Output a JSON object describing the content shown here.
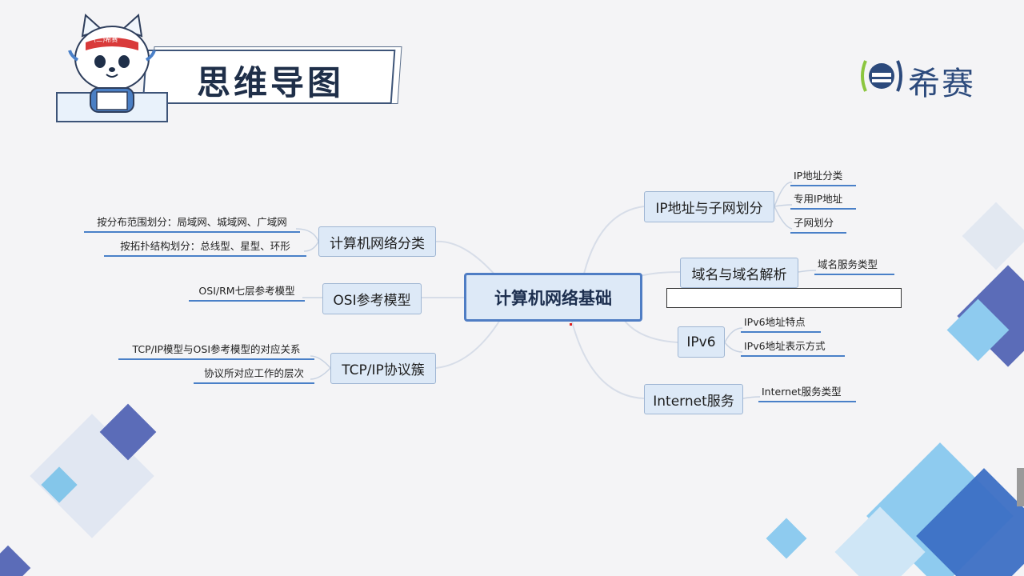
{
  "header": {
    "title": "思维导图",
    "mascot_label": "(二)希赛"
  },
  "logo": {
    "name": "希赛"
  },
  "mindmap": {
    "center": "计算机网络基础",
    "left": [
      {
        "label": "计算机网络分类",
        "leaves": [
          "按分布范围划分：局域网、城域网、广域网",
          "按拓扑结构划分：总线型、星型、环形"
        ]
      },
      {
        "label": "OSI参考模型",
        "leaves": [
          "OSI/RM七层参考模型"
        ]
      },
      {
        "label": "TCP/IP协议簇",
        "leaves": [
          "TCP/IP模型与OSI参考模型的对应关系",
          "协议所对应工作的层次"
        ]
      }
    ],
    "right": [
      {
        "label": "IP地址与子网划分",
        "leaves": [
          "IP地址分类",
          "专用IP地址",
          "子网划分"
        ]
      },
      {
        "label": "域名与域名解析",
        "leaves": [
          "域名服务类型"
        ]
      },
      {
        "label": "IPv6",
        "leaves": [
          "IPv6地址特点",
          "IPv6地址表示方式"
        ]
      },
      {
        "label": "Internet服务",
        "leaves": [
          "Internet服务类型"
        ]
      }
    ]
  },
  "colors": {
    "node_fill": "#dde9f7",
    "center_border": "#4f7dc4",
    "leaf_underline": "#4a80c8",
    "accent_blue": "#3c6fc4",
    "light_blue": "#8ecbef"
  }
}
